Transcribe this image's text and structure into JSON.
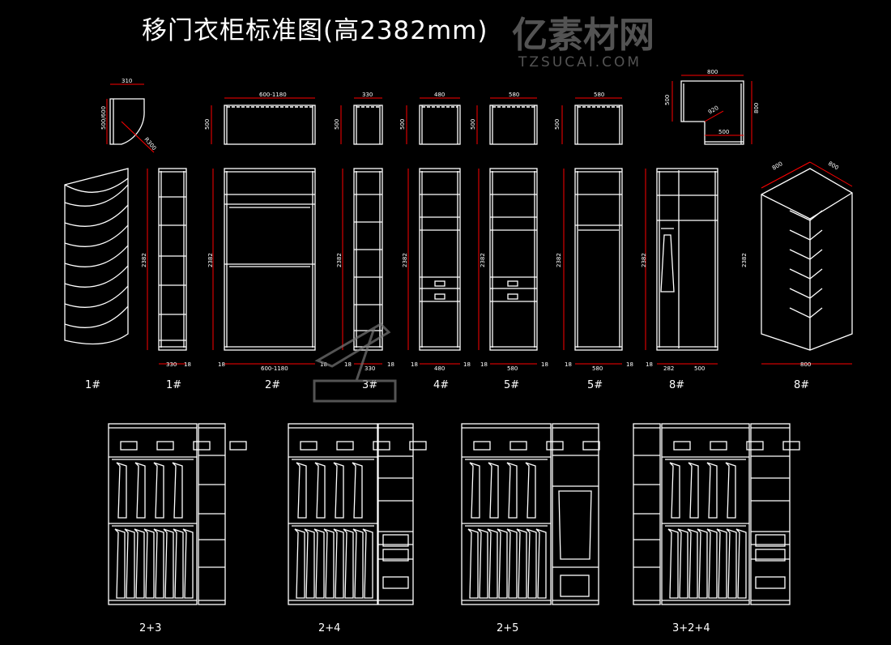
{
  "title": "移门衣柜标准图(高2382mm)",
  "colors": {
    "background": "#000000",
    "lines": "#ffffff",
    "dimensions": "#ff0000",
    "watermark": "#777777"
  },
  "watermark": {
    "brand": "亿素材网",
    "url": "TZSUCAI.COM"
  },
  "plan_dims": {
    "p1_w": "310",
    "p1_d": "500/600",
    "p1_r": "R300",
    "p2_w": "600-1180",
    "p2_d": "500",
    "p3_w": "330",
    "p3_d": "500",
    "p4_w": "480",
    "p4_d": "500",
    "p5_w": "580",
    "p5_d": "500",
    "p6_w": "580",
    "p6_d": "500",
    "p8_w": "800",
    "p8_d": "500",
    "p8_r": "920",
    "p8_b": "500",
    "p8_h": "800"
  },
  "elev_dims": {
    "height": "2382",
    "e1_w": "330",
    "t": "18",
    "e2_w": "600-1180",
    "e3_w": "330",
    "e4_w": "480",
    "e5_w": "580",
    "e6_w": "580",
    "e8_a": "282",
    "e8_b": "500",
    "iso8_w": "800",
    "iso8_a": "800",
    "iso8_b": "800"
  },
  "unit_labels": [
    "1#",
    "1#",
    "2#",
    "3#",
    "4#",
    "5#",
    "5#",
    "8#",
    "8#"
  ],
  "combo_labels": [
    "2+3",
    "2+4",
    "2+5",
    "3+2+4"
  ]
}
